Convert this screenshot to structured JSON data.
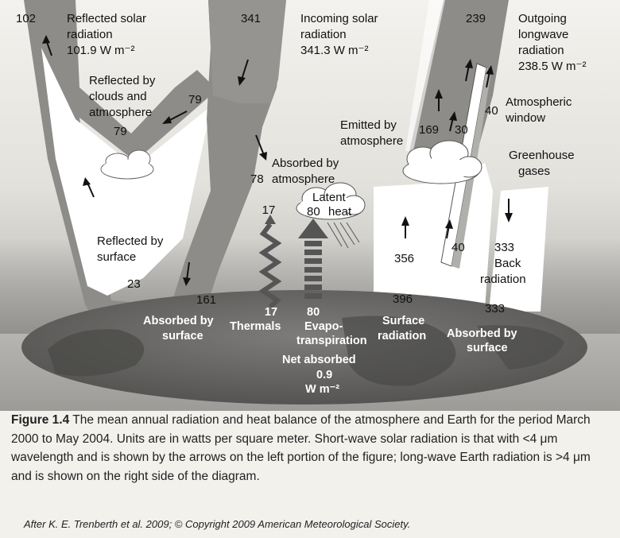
{
  "labels": {
    "reflected_solar": [
      "Reflected solar",
      "radiation",
      "101.9 W m⁻²"
    ],
    "reflected_solar_value": "102",
    "incoming_solar": [
      "Incoming solar",
      "radiation",
      "341.3 W m⁻²"
    ],
    "incoming_solar_value": "341",
    "outgoing_lw": [
      "Outgoing",
      "longwave",
      "radiation",
      "238.5 W m⁻²"
    ],
    "outgoing_lw_value": "239",
    "reflected_clouds": [
      "Reflected by",
      "clouds and",
      "atmosphere"
    ],
    "reflected_clouds_value": "79",
    "reflected_clouds_value2": "79",
    "absorbed_atm": [
      "Absorbed by",
      "atmosphere"
    ],
    "absorbed_atm_value": "78",
    "reflected_surface": [
      "Reflected by",
      "surface"
    ],
    "reflected_surface_value": "23",
    "absorbed_surface_value": "161",
    "emitted_atm": [
      "Emitted by",
      "atmosphere"
    ],
    "emitted_atm_value": "169",
    "window_value": "30",
    "window_value2": "40",
    "atm_window": [
      "Atmospheric",
      "window"
    ],
    "greenhouse": [
      "Greenhouse",
      "gases"
    ],
    "latent": [
      "Latent",
      "heat"
    ],
    "latent_value": "80",
    "thermals_top_value": "17",
    "surface_rad_value": "356",
    "window_lower_value": "40",
    "back_rad": [
      "333",
      "Back",
      "radiation"
    ],
    "surface_rad_bottom_value": "396",
    "absorbed_back_value": "333",
    "ground_absorbed_surface": [
      "Absorbed by",
      "surface"
    ],
    "ground_thermals_value": "17",
    "ground_thermals": "Thermals",
    "ground_evapo_value": "80",
    "ground_evapo": [
      "Evapo-",
      "transpiration"
    ],
    "ground_surface_rad": [
      "Surface",
      "radiation"
    ],
    "ground_absorbed_surface2": [
      "Absorbed by",
      "surface"
    ],
    "net_absorbed": [
      "Net absorbed",
      "0.9",
      "W m⁻²"
    ]
  },
  "caption": {
    "figure_label": "Figure 1.4",
    "text": "The mean annual radiation and heat balance of the atmosphere and Earth for the period March 2000 to May 2004. Units are in watts per square meter. Short-wave solar radiation is that with <4 μm wavelength and is shown by the arrows on the left portion of the figure; long-wave Earth radiation is >4 μm and is shown on the right side of the diagram."
  },
  "credit": "After K. E. Trenberth et al. 2009; © Copyright 2009 American Meteorological Society."
}
